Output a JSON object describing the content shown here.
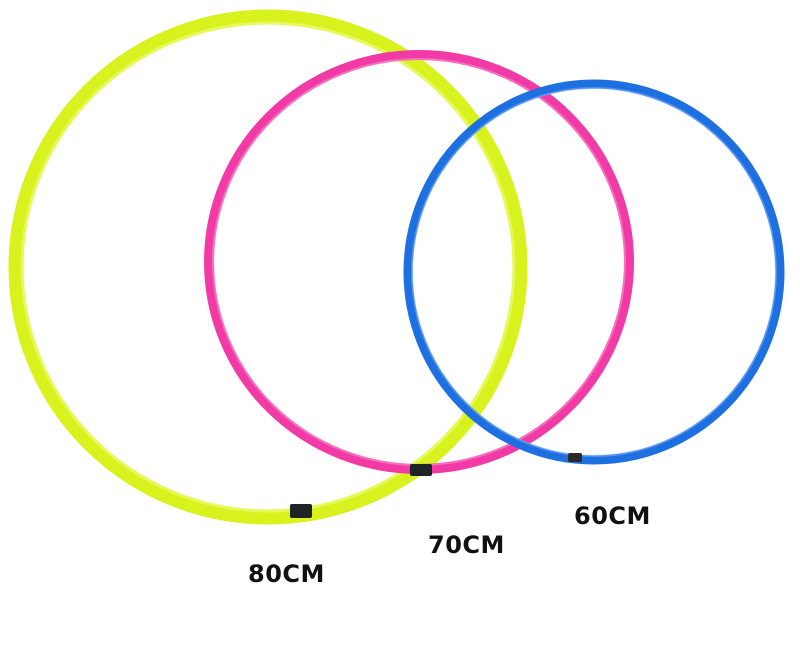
{
  "hoops": [
    {
      "id": "hoop-80",
      "label": "80CM",
      "color": "#d7f21d",
      "highlight": "#f3ff8a",
      "joint": "#1e2326"
    },
    {
      "id": "hoop-70",
      "label": "70CM",
      "color": "#f23aa6",
      "highlight": "#ff9ad2",
      "joint": "#1e2326"
    },
    {
      "id": "hoop-60",
      "label": "60CM",
      "color": "#1e6fe0",
      "highlight": "#7fb2ff",
      "joint": "#2a2a2a"
    }
  ],
  "background": "#ffffff"
}
